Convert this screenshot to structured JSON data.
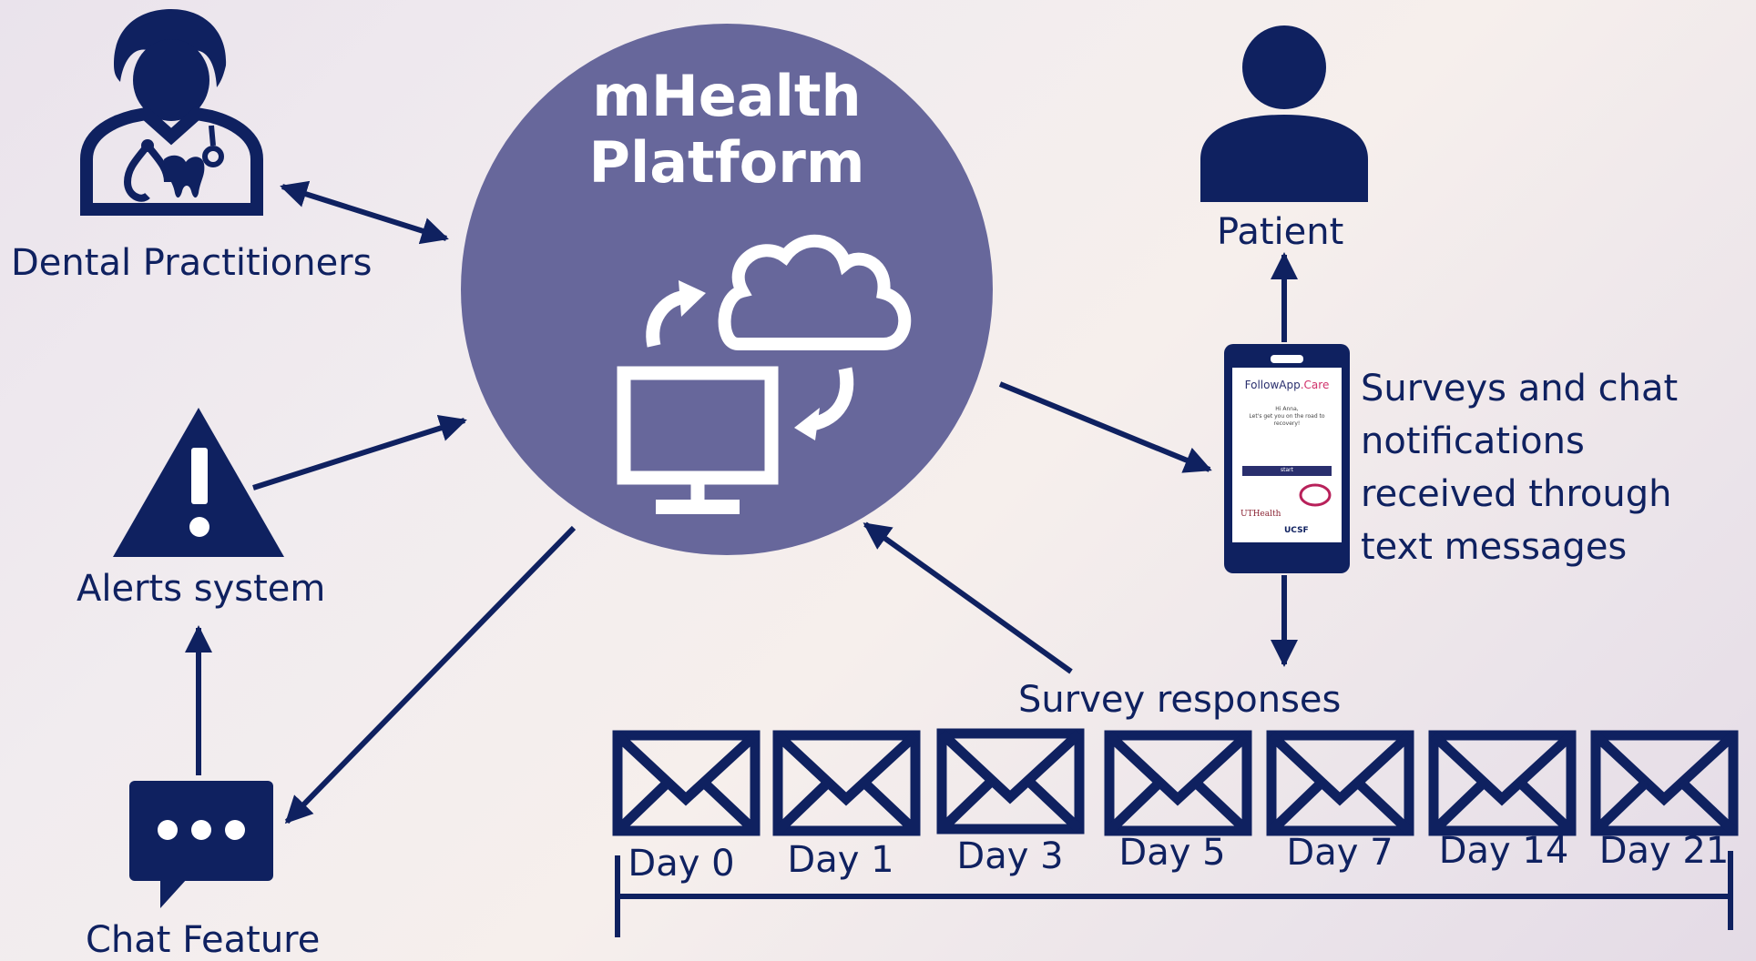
{
  "diagram": {
    "hub": {
      "title_line1": "mHealth",
      "title_line2": "Platform"
    },
    "nodes": {
      "dental": {
        "label": "Dental Practitioners",
        "icon": "dentist-icon"
      },
      "alerts": {
        "label": "Alerts system",
        "icon": "warning-icon"
      },
      "chat": {
        "label": "Chat Feature",
        "icon": "chat-bubble-icon"
      },
      "patient": {
        "label": "Patient",
        "icon": "person-icon"
      },
      "phone": {
        "icon": "smartphone-icon",
        "brand_prefix": "FollowApp",
        "brand_suffix": ".Care",
        "greeting_line1": "Hi Anna,",
        "greeting_line2": "Let's get you on the road to",
        "greeting_line3": "recovery!",
        "button_label": "start",
        "logo_left": "UTHealth",
        "logo_right": "UCSF"
      },
      "notifications": {
        "line1": "Surveys and chat",
        "line2": "notifications",
        "line3": "received through",
        "line4": "text messages"
      },
      "responses": {
        "label": "Survey responses"
      }
    },
    "timeline": {
      "days": [
        "Day 0",
        "Day 1",
        "Day 3",
        "Day 5",
        "Day 7",
        "Day 14",
        "Day 21"
      ],
      "envelope_icon": "envelope-icon"
    },
    "colors": {
      "navy": "#0f2160",
      "hub": "#67679b",
      "white": "#ffffff"
    }
  }
}
